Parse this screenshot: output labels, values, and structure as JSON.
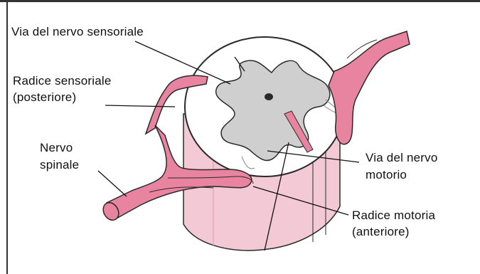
{
  "labels": {
    "sensory_path": "Via del nervo sensoriale",
    "sensory_root_line1": "Radice sensoriale",
    "sensory_root_line2": "(posteriore)",
    "spinal_nerve_line1": "Nervo",
    "spinal_nerve_line2": "spinale",
    "motor_path_line1": "Via del nervo",
    "motor_path_line2": "motorio",
    "motor_root_line1": "Radice motoria",
    "motor_root_line2": "(anteriore)"
  },
  "colors": {
    "nerve_pink": "#e8849f",
    "cord_pink": "#f3c9d6",
    "cord_top": "#ffffff",
    "grey_matter": "#cfcfcf",
    "outline": "#2a2a2a",
    "frame": "#333333"
  }
}
